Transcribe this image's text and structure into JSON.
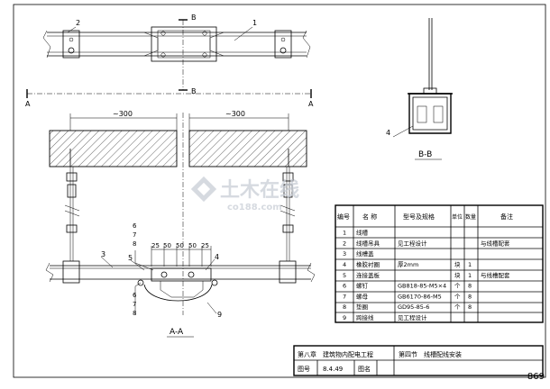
{
  "labels": {
    "section_b_top": "B",
    "section_b_bottom": "B",
    "section_a_left": "A",
    "section_a_right": "A",
    "dim_left": "~300",
    "dim_right": "~300",
    "view_aa": "A-A",
    "view_bb": "B-B",
    "callout_1": "1",
    "callout_2": "2",
    "callout_3": "3",
    "callout_4": "4",
    "callout_4b": "4",
    "callout_5": "5",
    "callout_9": "9",
    "callout_6a": "6",
    "callout_7a": "7",
    "callout_8a": "8",
    "callout_6b": "6",
    "callout_7b": "7",
    "callout_8b": "8",
    "dim_25a": "25",
    "dim_50a": "50",
    "dim_50b": "50",
    "dim_50c": "50",
    "dim_25b": "25"
  },
  "table": {
    "headers": [
      "编号",
      "名 称",
      "型号及规格",
      "单位",
      "数量",
      "备注"
    ],
    "rows": [
      [
        "1",
        "线槽",
        "",
        "",
        "",
        ""
      ],
      [
        "2",
        "线槽吊具",
        "见工程设计",
        "",
        "",
        "与线槽配套"
      ],
      [
        "3",
        "线槽盖",
        "",
        "",
        "",
        ""
      ],
      [
        "4",
        "橡胶衬圈",
        "厚2mm",
        "块",
        "1",
        ""
      ],
      [
        "5",
        "连接盖板",
        "",
        "块",
        "1",
        "与线槽配套"
      ],
      [
        "6",
        "螺钉",
        "GB818-85-M5×4",
        "个",
        "8",
        ""
      ],
      [
        "7",
        "螺母",
        "GB6170-86-M5",
        "个",
        "8",
        ""
      ],
      [
        "8",
        "垫圈",
        "GD95-85-6",
        "个",
        "8",
        ""
      ],
      [
        "9",
        "跨接线",
        "见工程设计",
        "",
        "",
        ""
      ]
    ]
  },
  "title_block": {
    "chapter": "第八章　建筑物内配电工程",
    "section": "第四节　线槽配线安装",
    "drawing_no_label": "图号",
    "drawing_no": "8.4.49",
    "drawing_name_label": "图名"
  },
  "watermark": {
    "main": "土木在线",
    "sub": "co188.com"
  },
  "page_number": "869"
}
